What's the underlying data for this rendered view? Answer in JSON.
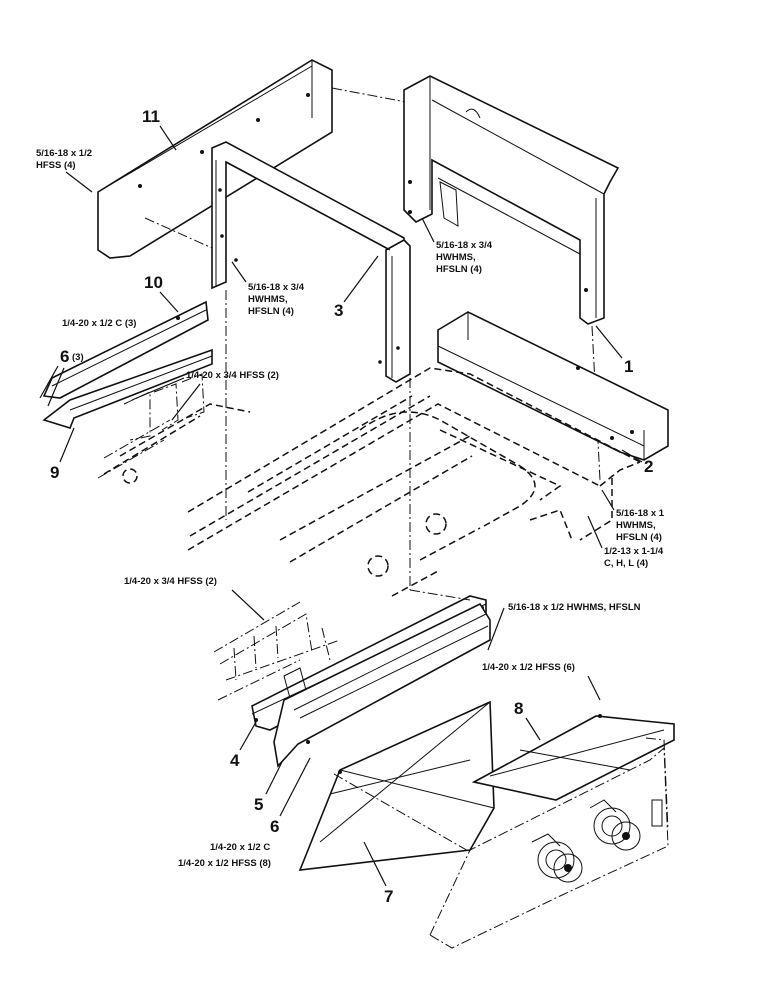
{
  "callouts": {
    "n1": "1",
    "n2": "2",
    "n3": "3",
    "n4": "4",
    "n5": "5",
    "n6": "6",
    "n6_3_num": "6",
    "n6_3_qty": "(3)",
    "n7": "7",
    "n8": "8",
    "n9": "9",
    "n10": "10",
    "n11": "11"
  },
  "hardware": {
    "hfss_top_1": "5/16-18 x 1/2",
    "hfss_top_2": "HFSS (4)",
    "frame_bolt_1": "5/16-18 x 3/4",
    "frame_bolt_2": "HWHMS,",
    "frame_bolt_3": "HFSLN (4)",
    "shield_bolt_1": "5/16-18 x 3/4",
    "shield_bolt_2": "HWHMS,",
    "shield_bolt_3": "HFSLN (4)",
    "shield10_c": "1/4-20 x 1/2 C (3)",
    "shield10_hfss": "1/4-20 x 3/4 HFSS (2)",
    "base_bolt_1": "5/16-18 x 1",
    "base_bolt_2": "HWHMS,",
    "base_bolt_3": "HFSLN (4)",
    "chl_1": "1/2-13 x 1-1/4",
    "chl_2": "C, H, L (4)",
    "mid_hfss": "1/4-20 x 3/4 HFSS (2)",
    "hwhms_long": "5/16-18 x 1/2 HWHMS, HFSLN",
    "panel8_hfss": "1/4-20 x 1/2 HFSS (6)",
    "bottom_c": "1/4-20 x 1/2 C",
    "bottom_hfss": "1/4-20 x 1/2 HFSS (8)"
  }
}
